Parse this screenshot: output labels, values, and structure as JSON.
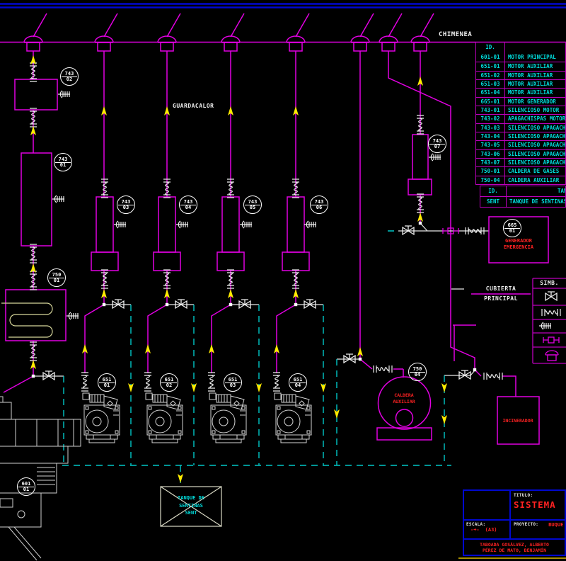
{
  "drawing": {
    "labels": {
      "chimenea": "CHIMENEA",
      "guardacalor": "GUARDACALOR",
      "cubierta_line1": "CUBIERTA",
      "cubierta_line2": "PRINCIPAL"
    },
    "legend": {
      "title": "SIMB."
    },
    "equipment_table": {
      "id_header": "ID.",
      "rows": [
        {
          "id": "601-01",
          "desc": "MOTOR PRINCIPAL"
        },
        {
          "id": "651-01",
          "desc": "MOTOR AUXILIAR"
        },
        {
          "id": "651-02",
          "desc": "MOTOR AUXILIAR"
        },
        {
          "id": "651-03",
          "desc": "MOTOR AUXILIAR"
        },
        {
          "id": "651-04",
          "desc": "MOTOR AUXILIAR"
        },
        {
          "id": "665-01",
          "desc": "MOTOR GENERADOR"
        },
        {
          "id": "743-01",
          "desc": "SILENCIOSO MOTOR"
        },
        {
          "id": "743-02",
          "desc": "APAGACHISPAS MOTOR"
        },
        {
          "id": "743-03",
          "desc": "SILENCIOSO APAGACHISPAS"
        },
        {
          "id": "743-04",
          "desc": "SILENCIOSO APAGACHISPAS"
        },
        {
          "id": "743-05",
          "desc": "SILENCIOSO APAGACHISPAS"
        },
        {
          "id": "743-06",
          "desc": "SILENCIOSO APAGACHISPAS"
        },
        {
          "id": "743-07",
          "desc": "SILENCIOSO APAGACHISPAS"
        },
        {
          "id": "750-01",
          "desc": "CALDERA DE GASES"
        },
        {
          "id": "750-04",
          "desc": "CALDERA AUXILIAR"
        }
      ]
    },
    "tank_table": {
      "id_header": "ID.",
      "name_header": "TANQUES",
      "rows": [
        {
          "id": "SENT",
          "desc": "TANQUE DE SENTINAS"
        }
      ]
    },
    "tags": {
      "t601_01": {
        "code": "601",
        "num": "01"
      },
      "t651_01": {
        "code": "651",
        "num": "01"
      },
      "t651_02": {
        "code": "651",
        "num": "02"
      },
      "t651_03": {
        "code": "651",
        "num": "03"
      },
      "t651_04": {
        "code": "651",
        "num": "04"
      },
      "t743_01": {
        "code": "743",
        "num": "01"
      },
      "t743_02": {
        "code": "743",
        "num": "02"
      },
      "t743_03": {
        "code": "743",
        "num": "03"
      },
      "t743_04": {
        "code": "743",
        "num": "04"
      },
      "t743_05": {
        "code": "743",
        "num": "05"
      },
      "t743_06": {
        "code": "743",
        "num": "06"
      },
      "t743_07": {
        "code": "743",
        "num": "07"
      },
      "t750_01": {
        "code": "750",
        "num": "01"
      },
      "t750_04": {
        "code": "750",
        "num": "04"
      },
      "t665_01": {
        "code": "665",
        "num": "01"
      }
    },
    "red_labels": {
      "generador_line1": "GENERADOR",
      "generador_line2": "EMERGENCIA",
      "caldera_line1": "CALDERA",
      "caldera_line2": "AUXILIAR",
      "incinerador": "INCINERADOR"
    },
    "tank": {
      "line1": "TANQUE DE",
      "line2": "SENTINAS",
      "line3": "SENT"
    }
  },
  "title_block": {
    "titulo_label": "TITULO:",
    "titulo": "SISTEMA",
    "escala_label": "ESCALA:",
    "escala_symbol": "-+-",
    "paper": "(A3)",
    "proyecto_label": "PROYECTO:",
    "proyecto": "BUQUE",
    "author_line1": "TABOADA GOSÁLVEZ, ALBERTO",
    "author_line2": "PÉREZ DE MATO, BENJAMÍN"
  },
  "colors": {
    "background": "#000000",
    "piping_magenta": "#e100e1",
    "table_border": "#bb00bb",
    "text_cyan": "#00dcdc",
    "symbol_white": "#f0f0f0",
    "arrow_yellow": "#ffeb00",
    "drain_dashed_cyan": "#00c8c8",
    "label_red": "#ff2222",
    "frame_navy": "#0008cf",
    "bottom_line_orange": "#a88f00"
  }
}
